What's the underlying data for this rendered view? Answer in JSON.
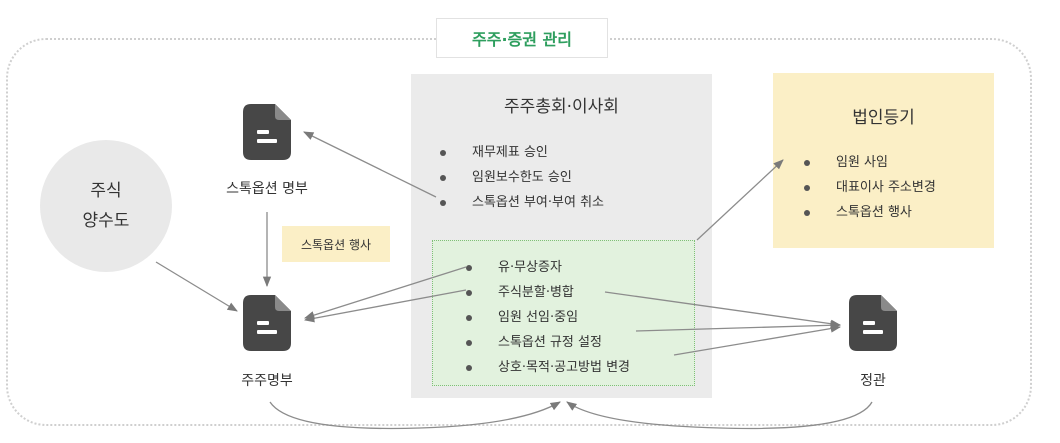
{
  "title": "주주·증권 관리",
  "transfer": {
    "line1": "주식",
    "line2": "양수도"
  },
  "docs": {
    "stock_option_register": "스톡옵션 명부",
    "shareholder_register": "주주명부",
    "articles": "정관"
  },
  "stock_option_exercise_note": "스톡옵션 행사",
  "meeting": {
    "title": "주주총회·이사회",
    "top_items": [
      "재무제표 승인",
      "임원보수한도 승인",
      "스톡옵션 부여·부여 취소"
    ],
    "green_items": [
      "유·무상증자",
      "주식분할·병합",
      "임원 선임·중임",
      "스톡옵션 규정 설정",
      "상호·목적·공고방법 변경"
    ]
  },
  "registry": {
    "title": "법인등기",
    "items": [
      "임원 사임",
      "대표이사 주소변경",
      "스톡옵션 행사"
    ]
  },
  "icons": {
    "document": "document-icon"
  }
}
